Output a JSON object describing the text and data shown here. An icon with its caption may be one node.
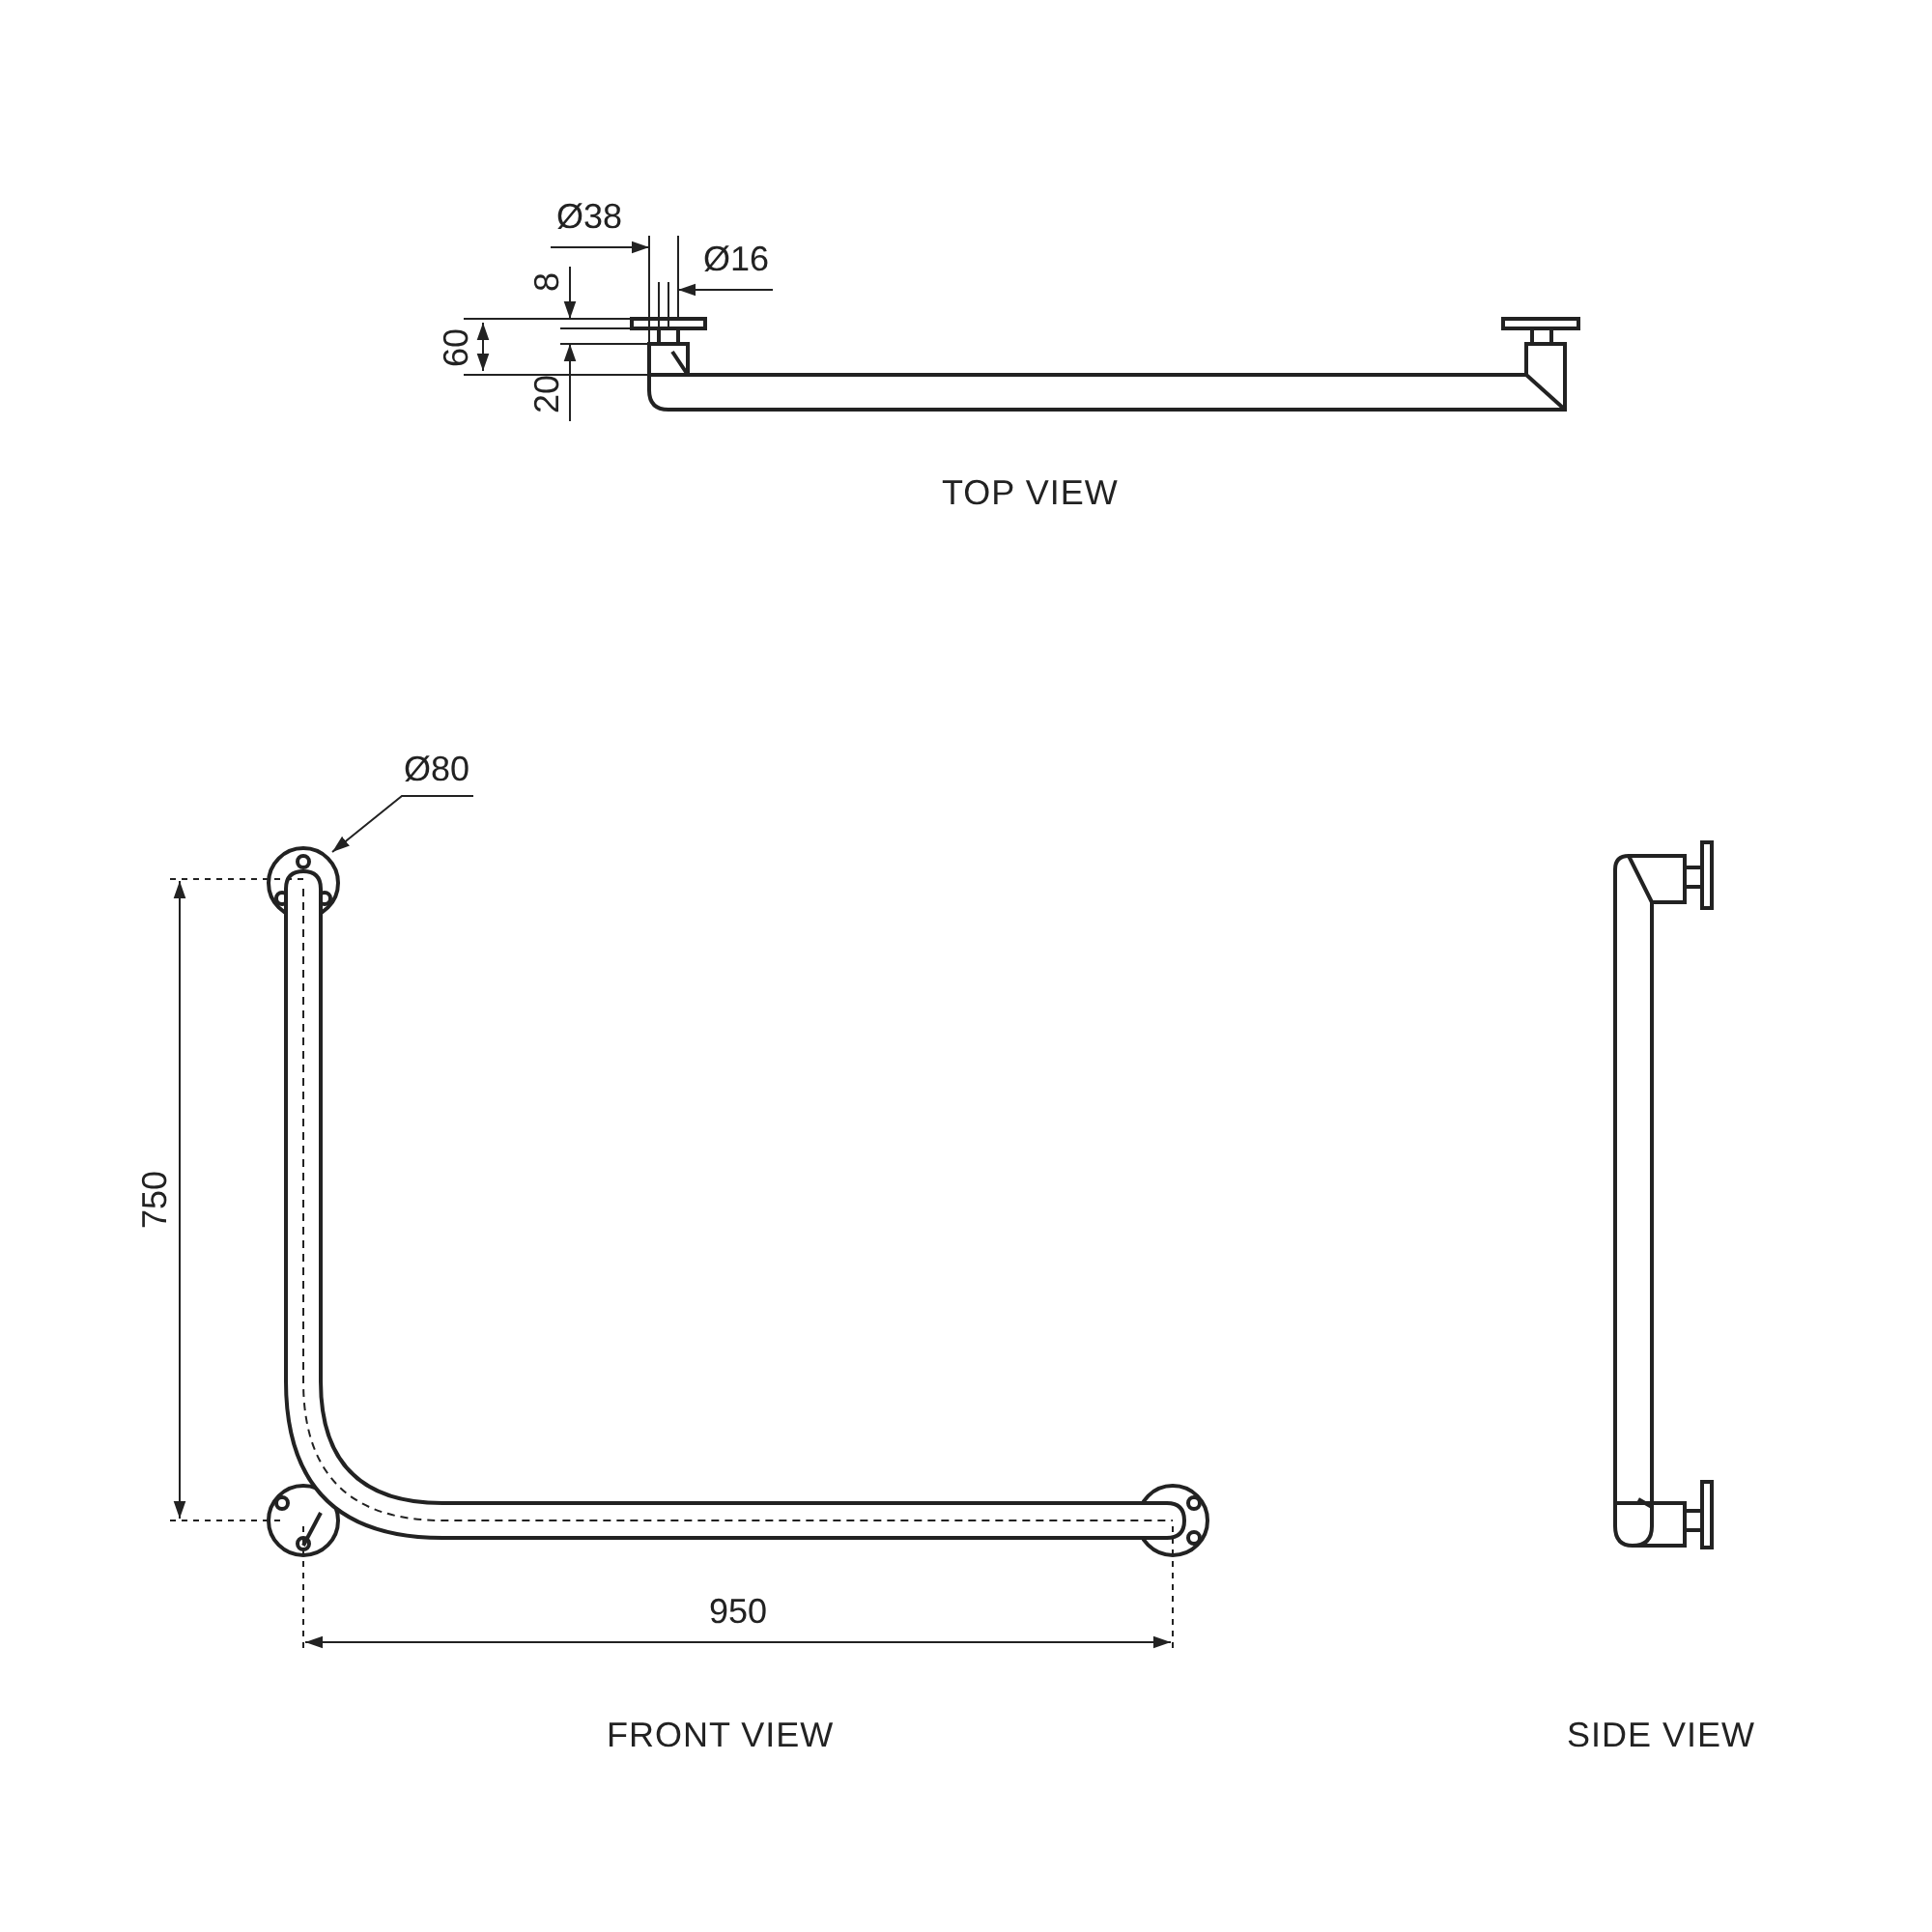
{
  "diagram": {
    "labels": [
      "Ø38",
      "Ø16",
      "8",
      "60",
      "20",
      "TOP VIEW",
      "Ø80",
      "750",
      "950",
      "FRONT VIEW",
      "SIDE VIEW"
    ]
  }
}
